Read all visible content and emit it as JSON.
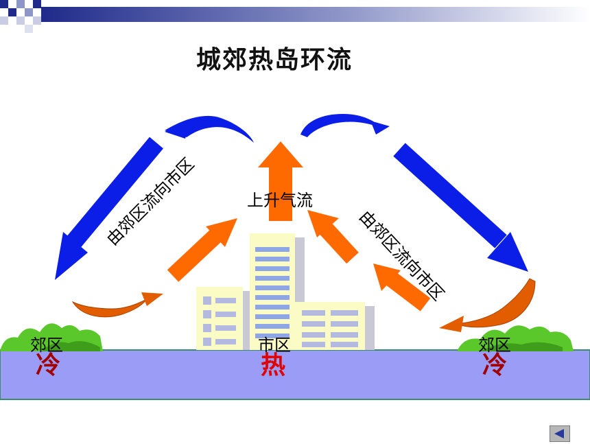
{
  "slide": {
    "title": "城郊热岛环流"
  },
  "labels": {
    "updraft": "上升气流",
    "flow_left": "由郊区流向市区",
    "flow_right": "由郊区流向市区",
    "suburb_left": "郊区",
    "city": "市区",
    "suburb_right": "郊区",
    "cold_left": "冷",
    "hot": "热",
    "cold_right": "冷"
  },
  "colors": {
    "descending_arrow": "#0b1ee8",
    "rising_arrow": "#ff6a00",
    "ground": "#9b9cf6",
    "vegetation": "#5ac82a",
    "cold_text": "#a00000",
    "hot_text": "#e00000"
  },
  "navigation": {
    "back_icon": "triangle-left-icon"
  }
}
